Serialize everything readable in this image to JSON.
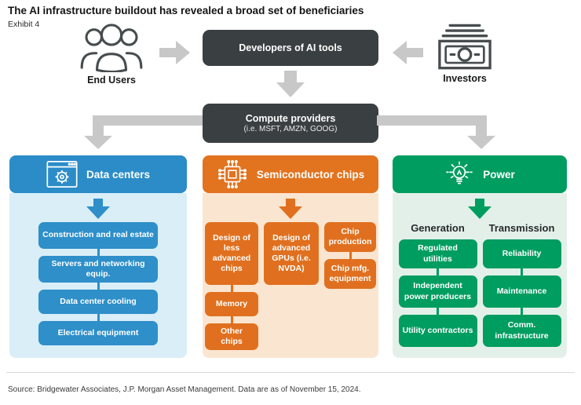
{
  "title": "The AI infrastructure buildout has revealed a broad set of beneficiaries",
  "exhibit": "Exhibit 4",
  "top_flow": {
    "end_users_label": "End Users",
    "investors_label": "Investors",
    "developers_label": "Developers of AI tools",
    "compute_label": "Compute providers",
    "compute_sublabel": "(i.e. MSFT, AMZN, GOOG)"
  },
  "colors": {
    "dark_box": "#3a3f42",
    "gray_arrow": "#c8c8c8",
    "blue_accent": "#2e8fc9",
    "blue_panel_bg": "#d9eef7",
    "orange_accent": "#e0701f",
    "orange_panel_bg": "#fae5d1",
    "green_accent": "#009d60",
    "green_panel_bg": "#e3f0e9"
  },
  "columns": [
    {
      "id": "data-centers",
      "header": "Data centers",
      "icon": "window-gear-icon",
      "items": [
        "Construction and real estate",
        "Servers and networking equip.",
        "Data center cooling",
        "Electrical equipment"
      ]
    },
    {
      "id": "semiconductor-chips",
      "header": "Semiconductor chips",
      "icon": "chip-icon",
      "groups": [
        [
          "Design of less advanced chips",
          "Memory",
          "Other chips"
        ],
        [
          "Design of advanced GPUs (i.e. NVDA)"
        ],
        [
          "Chip production",
          "Chip mfg. equipment"
        ]
      ]
    },
    {
      "id": "power",
      "header": "Power",
      "icon": "lightbulb-icon",
      "subheaders": [
        "Generation",
        "Transmission"
      ],
      "groups": [
        [
          "Regulated utilities",
          "Independent power producers",
          "Utility contractors"
        ],
        [
          "Reliability",
          "Maintenance",
          "Comm. infrastructure"
        ]
      ]
    }
  ],
  "source": "Source: Bridgewater Associates, J.P. Morgan Asset Management. Data are as of November 15, 2024."
}
